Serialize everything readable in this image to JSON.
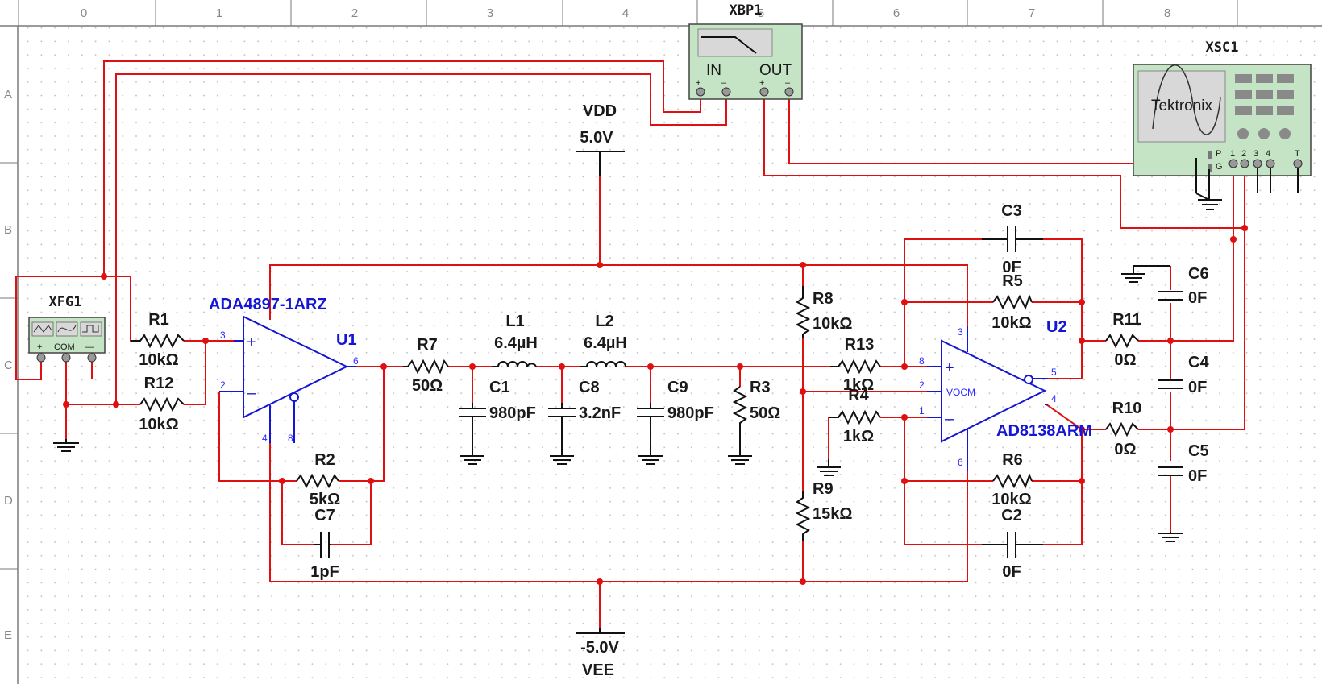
{
  "border": {
    "columns": [
      "0",
      "1",
      "2",
      "3",
      "4",
      "5",
      "6",
      "7",
      "8"
    ],
    "rows": [
      "A",
      "B",
      "C",
      "D",
      "E"
    ]
  },
  "instruments": {
    "xbp1": {
      "name": "XBP1",
      "in_label": "IN",
      "out_label": "OUT",
      "icon": "bode-plotter-icon"
    },
    "xsc1": {
      "name": "XSC1",
      "brand": "Tektronix",
      "pins": [
        "P",
        "G",
        "1",
        "2",
        "3",
        "4",
        "T"
      ],
      "icon": "oscilloscope-icon"
    },
    "xfg1": {
      "name": "XFG1",
      "com_label": "COM",
      "plus": "+",
      "minus": "—",
      "icon": "function-generator-icon"
    }
  },
  "supplies": {
    "vdd": {
      "name": "VDD",
      "value": "5.0V"
    },
    "vee": {
      "name": "VEE",
      "value": "-5.0V"
    }
  },
  "components": {
    "R1": {
      "name": "R1",
      "value": "10kΩ"
    },
    "R12": {
      "name": "R12",
      "value": "10kΩ"
    },
    "R2": {
      "name": "R2",
      "value": "5kΩ"
    },
    "C7": {
      "name": "C7",
      "value": "1pF"
    },
    "R7": {
      "name": "R7",
      "value": "50Ω"
    },
    "L1": {
      "name": "L1",
      "value": "6.4µH"
    },
    "L2": {
      "name": "L2",
      "value": "6.4µH"
    },
    "C1": {
      "name": "C1",
      "value": "980pF"
    },
    "C8": {
      "name": "C8",
      "value": "3.2nF"
    },
    "C9": {
      "name": "C9",
      "value": "980pF"
    },
    "R3": {
      "name": "R3",
      "value": "50Ω"
    },
    "R8": {
      "name": "R8",
      "value": "10kΩ"
    },
    "R9": {
      "name": "R9",
      "value": "15kΩ"
    },
    "R13": {
      "name": "R13",
      "value": "1kΩ"
    },
    "R4": {
      "name": "R4",
      "value": "1kΩ"
    },
    "R5": {
      "name": "R5",
      "value": "10kΩ"
    },
    "R6": {
      "name": "R6",
      "value": "10kΩ"
    },
    "C3": {
      "name": "C3",
      "value": "0F"
    },
    "C2": {
      "name": "C2",
      "value": "0F"
    },
    "R11": {
      "name": "R11",
      "value": "0Ω"
    },
    "R10": {
      "name": "R10",
      "value": "0Ω"
    },
    "C6": {
      "name": "C6",
      "value": "0F"
    },
    "C4": {
      "name": "C4",
      "value": "0F"
    },
    "C5": {
      "name": "C5",
      "value": "0F"
    }
  },
  "opamps": {
    "u1": {
      "ref": "U1",
      "part": "ADA4897-1ARZ",
      "pins": {
        "in_plus": "3",
        "in_minus": "2",
        "out": "6",
        "vneg": "4",
        "disable": "8"
      }
    },
    "u2": {
      "ref": "U2",
      "part": "AD8138ARM",
      "vocm_label": "VOCM",
      "pins": {
        "in_plus": "8",
        "vocm": "2",
        "in_minus": "1",
        "vpos": "3",
        "out_neg": "5",
        "out_pos": "4",
        "vneg": "6"
      }
    }
  }
}
